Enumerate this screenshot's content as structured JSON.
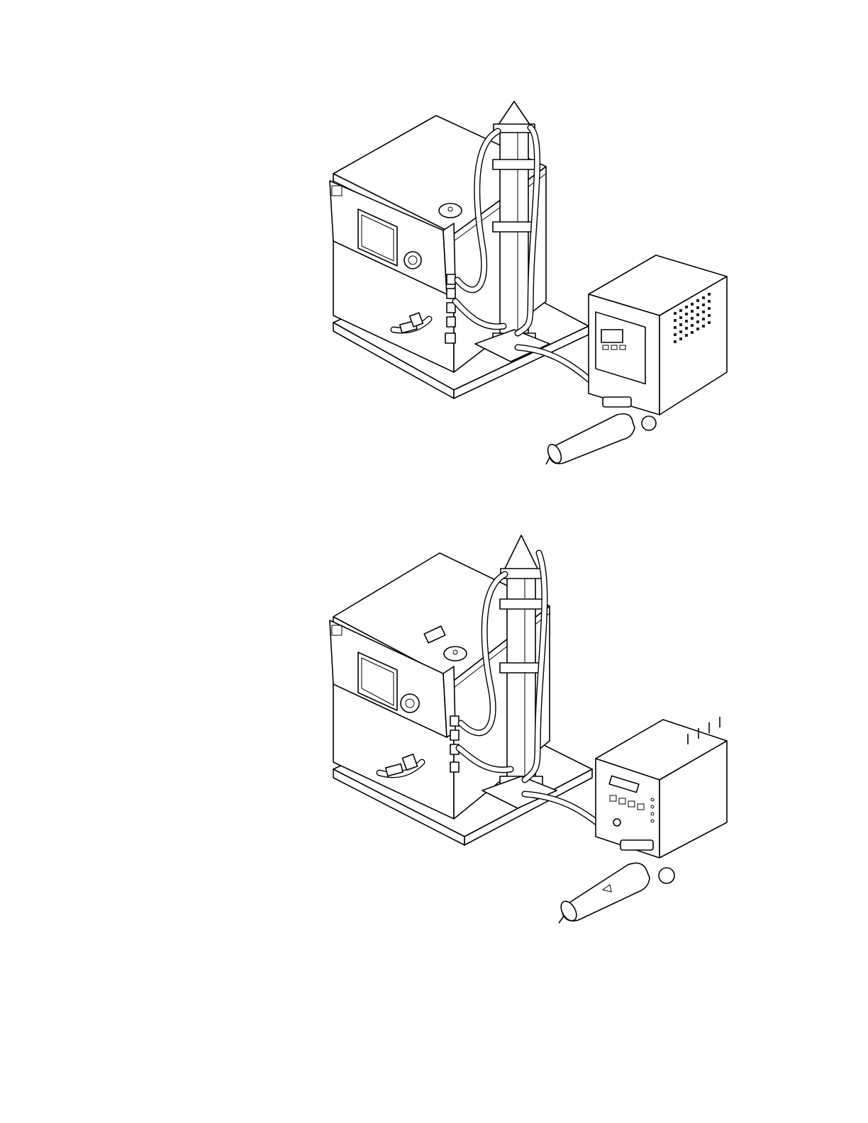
{
  "figures": [
    {
      "name": "top-figure",
      "components": [
        "main-unit",
        "vertical-column",
        "side-module-vented",
        "filter-cartridge"
      ]
    },
    {
      "name": "bottom-figure",
      "components": [
        "main-unit",
        "vertical-column",
        "side-module-keypad",
        "filter-cartridge"
      ]
    }
  ],
  "colors": {
    "line": "#000000",
    "fill": "#ffffff"
  }
}
